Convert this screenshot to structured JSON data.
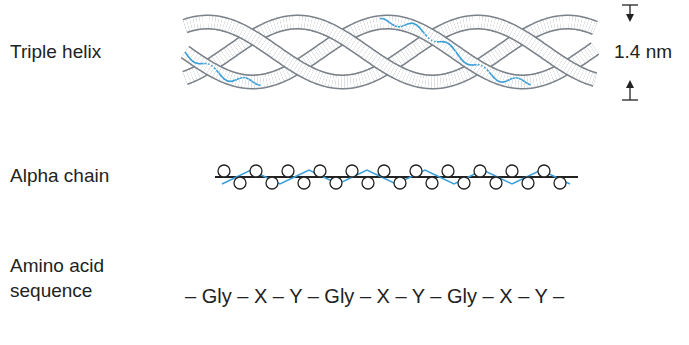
{
  "diagram": {
    "labels": [
      "Triple helix",
      "1.4 nm",
      "Alpha chain",
      "Amino acid sequence",
      "– Gly – X – Y – Gly – X – Y – Gly – X – Y –"
    ]
  }
}
